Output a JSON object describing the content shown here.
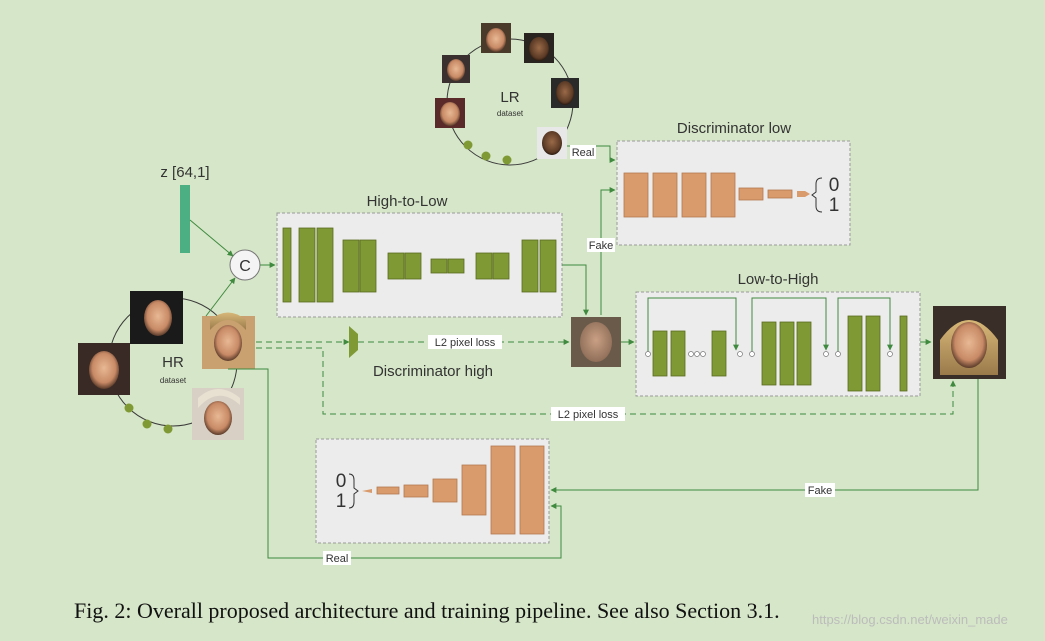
{
  "title_high_to_low": "High-to-Low",
  "title_low_to_high": "Low-to-High",
  "title_disc_low": "Discriminator low",
  "title_disc_high": "Discriminator high",
  "z_label": "z [64,1]",
  "concat_symbol": "C",
  "lr_dataset": {
    "name": "LR",
    "sub": "dataset"
  },
  "hr_dataset": {
    "name": "HR",
    "sub": "dataset"
  },
  "edge_labels": {
    "real_top": "Real",
    "fake_top": "Fake",
    "l2_top": "L2 pixel loss",
    "l2_bottom": "L2 pixel loss",
    "fake_bottom": "Fake",
    "real_bottom": "Real"
  },
  "disc_low_outputs": [
    "0",
    "1"
  ],
  "disc_high_outputs": [
    "0",
    "1"
  ],
  "caption": "Fig. 2: Overall proposed architecture and training pipeline. See also Section 3.1.",
  "watermark": "https://blog.csdn.net/weixin_made",
  "colors": {
    "background": "#d6e6c8",
    "green_block": "#7f9a35",
    "orange_block": "#d99a6c",
    "teal_vector": "#4caf84",
    "arrow": "#3f8a3f"
  }
}
